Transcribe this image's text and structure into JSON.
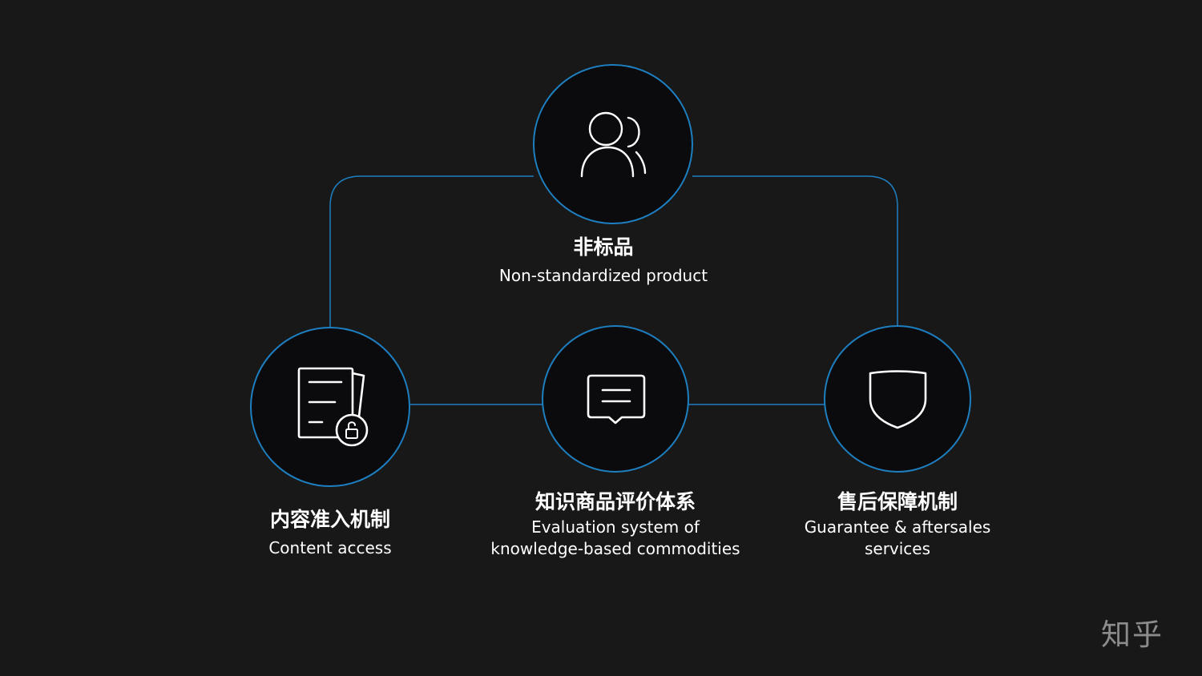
{
  "colors": {
    "background": "#181818",
    "node_fill": "#0b0b0d",
    "accent_blue": "#1e7fc0",
    "text": "#ffffff",
    "watermark": "#8c8c8c"
  },
  "nodes": {
    "top": {
      "icon": "users-icon",
      "title": "非标品",
      "subtitle": "Non-standardized product"
    },
    "left": {
      "icon": "document-lock-icon",
      "title": "内容准入机制",
      "subtitle": "Content access"
    },
    "middle": {
      "icon": "message-icon",
      "title": "知识商品评价体系",
      "subtitle_line1": "Evaluation system of",
      "subtitle_line2": "knowledge-based commodities"
    },
    "right": {
      "icon": "shield-icon",
      "title": "售后保障机制",
      "subtitle_line1": "Guarantee & aftersales",
      "subtitle_line2": "services"
    }
  },
  "watermark": "知乎"
}
